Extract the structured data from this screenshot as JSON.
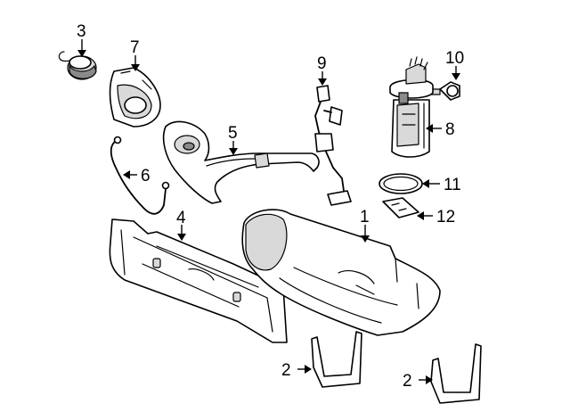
{
  "diagram": {
    "callouts": [
      {
        "id": "1",
        "text": "1"
      },
      {
        "id": "2a",
        "text": "2"
      },
      {
        "id": "2b",
        "text": "2"
      },
      {
        "id": "3",
        "text": "3"
      },
      {
        "id": "4",
        "text": "4"
      },
      {
        "id": "5",
        "text": "5"
      },
      {
        "id": "6",
        "text": "6"
      },
      {
        "id": "7",
        "text": "7"
      },
      {
        "id": "8",
        "text": "8"
      },
      {
        "id": "9",
        "text": "9"
      },
      {
        "id": "10",
        "text": "10"
      },
      {
        "id": "11",
        "text": "11"
      },
      {
        "id": "12",
        "text": "12"
      }
    ]
  }
}
